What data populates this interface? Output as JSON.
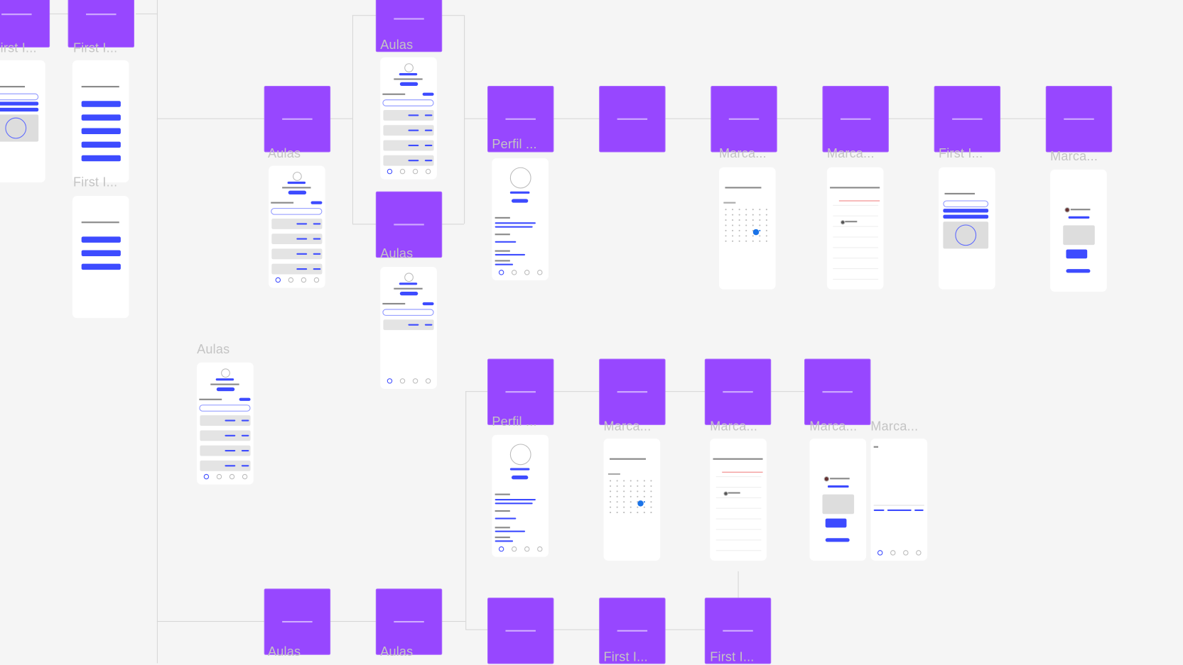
{
  "canvas": {
    "background": "#f5f5f5",
    "note_color": "#9747ff",
    "accent": "#3d4bff"
  },
  "notes_count": 20,
  "frames": [
    {
      "label": "First I...",
      "kind": "map"
    },
    {
      "label": "First I...",
      "kind": "options5"
    },
    {
      "label": "First I...",
      "kind": "options3"
    },
    {
      "label": "Aulas",
      "kind": "list"
    },
    {
      "label": "Aulas",
      "kind": "list"
    },
    {
      "label": "Aulas",
      "kind": "listshort"
    },
    {
      "label": "Aulas",
      "kind": "list"
    },
    {
      "label": "Perfil ...",
      "kind": "profile"
    },
    {
      "label": "Marca...",
      "kind": "calendar"
    },
    {
      "label": "Marca...",
      "kind": "schedule"
    },
    {
      "label": "First I...",
      "kind": "map"
    },
    {
      "label": "Marca...",
      "kind": "confirm"
    },
    {
      "label": "Perfil ...",
      "kind": "profile"
    },
    {
      "label": "Marca...",
      "kind": "calendar"
    },
    {
      "label": "Marca...",
      "kind": "schedule"
    },
    {
      "label": "Marca...",
      "kind": "confirm"
    },
    {
      "label": "Marca...",
      "kind": "chat"
    }
  ],
  "bottom_labels": [
    "Aulas",
    "Aulas",
    "First I...",
    "First I..."
  ]
}
